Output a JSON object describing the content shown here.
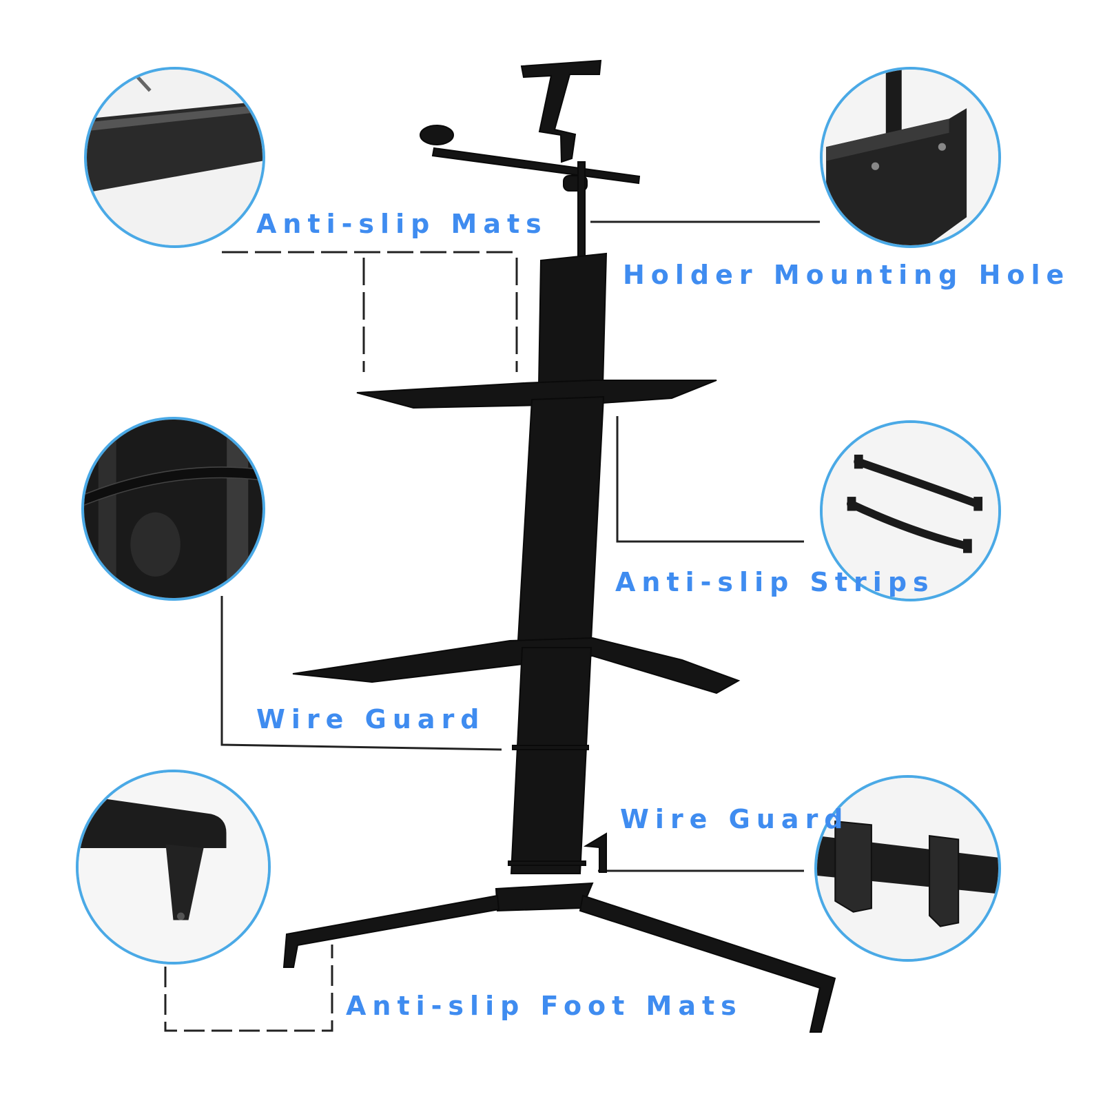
{
  "colors": {
    "label_blue": "#3f8cf0",
    "circle_border": "#4aa9e6",
    "stand_black": "#141414",
    "leader_line": "#222222"
  },
  "labels": {
    "anti_slip_mats": "Anti-slip Mats",
    "holder_mounting_hole": "Holder Mounting Hole",
    "anti_slip_strips": "Anti-slip Strips",
    "wire_guard_left": "Wire Guard",
    "wire_guard_right": "Wire Guard",
    "anti_slip_foot_mats": "Anti-slip Foot Mats"
  },
  "insets": [
    {
      "name": "anti-slip-mat-closeup",
      "depicts": "mat-edge"
    },
    {
      "name": "mounting-hole-closeup",
      "depicts": "pole-socket"
    },
    {
      "name": "wire-guard-closeup",
      "depicts": "column-strap"
    },
    {
      "name": "anti-slip-strips-closeup",
      "depicts": "rubber-strips"
    },
    {
      "name": "foot-mat-closeup",
      "depicts": "foot-end"
    },
    {
      "name": "wire-guard-clip-closeup",
      "depicts": "tube-clips"
    }
  ]
}
